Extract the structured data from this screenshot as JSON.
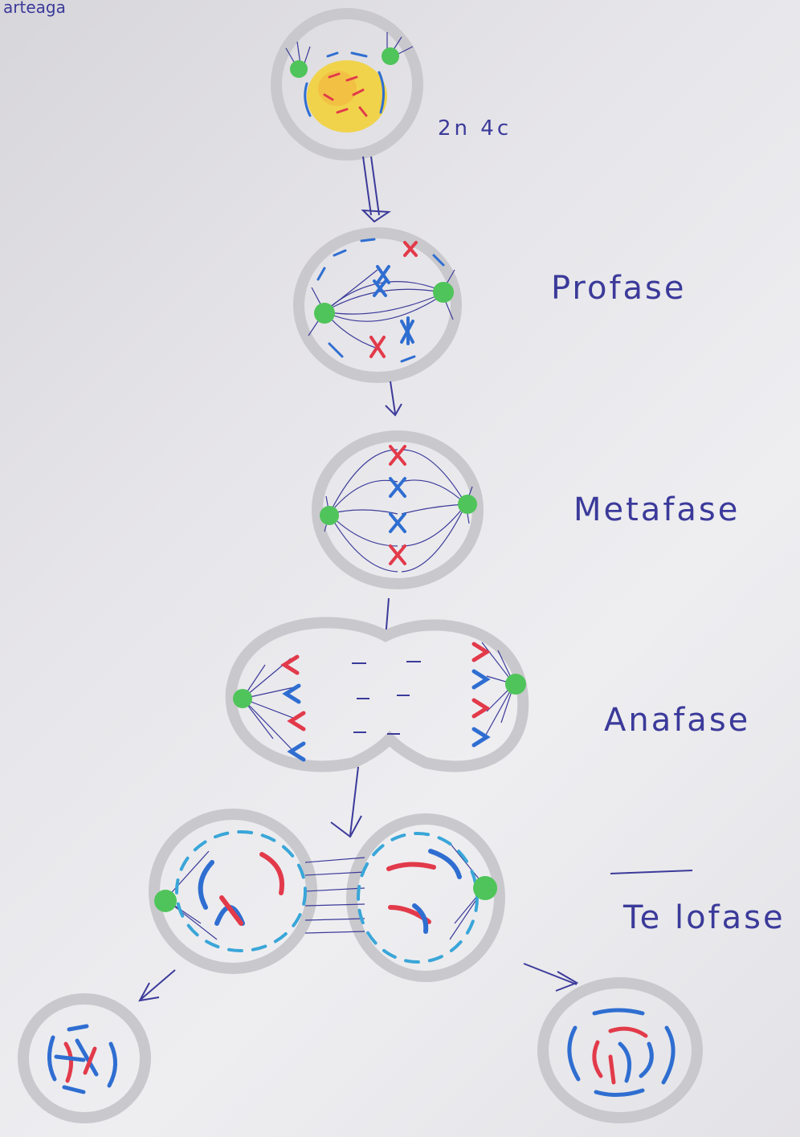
{
  "author_fragment": "arteaga",
  "stages": {
    "interphase_label": "2n 4c",
    "prophase_label": "Profase",
    "metaphase_label": "Metafase",
    "anaphase_label": "Anafase",
    "telophase_label": "Te lofase"
  },
  "colors": {
    "membrane": "#c9c8cc",
    "centrosome": "#4fc45a",
    "chromosome_red": "#e23a4a",
    "chromosome_blue": "#2f6ed1",
    "nuclear_envelope": "#3aa6d8",
    "ink": "#3b3a9a",
    "nucleus_fill": "#f2d23a"
  },
  "icons": {
    "centrosome": "green-dot-icon",
    "arrow": "arrow-down-icon"
  }
}
